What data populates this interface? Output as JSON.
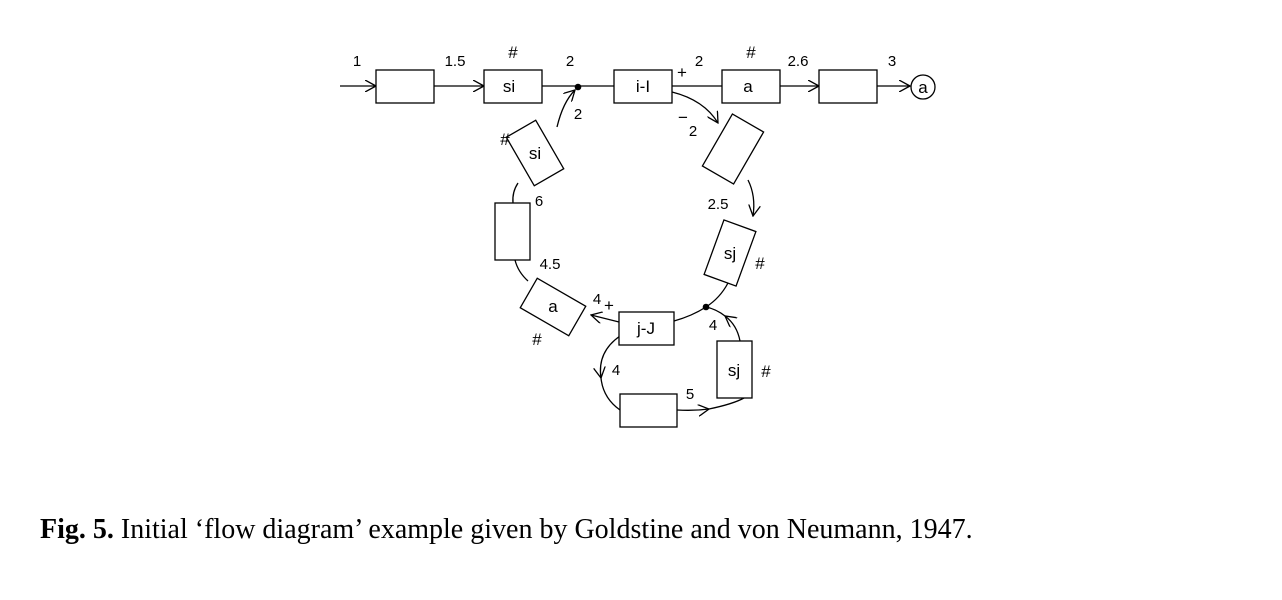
{
  "diagram": {
    "box_labels": {
      "si_top": "si",
      "iI": "i-I",
      "a_top": "a",
      "si_left": "si",
      "sj_right": "sj",
      "a_bottom": "a",
      "jJ": "j-J",
      "sj_lower": "sj"
    },
    "connector_label": "a",
    "numbers": {
      "n1": "1",
      "n1_5": "1.5",
      "n2_top": "2",
      "n2_plus": "2",
      "n2_6": "2.6",
      "n3": "3",
      "n2_inner": "2",
      "n2_minus": "2",
      "n6": "6",
      "n2_5": "2.5",
      "n4_5": "4.5",
      "n4_plus": "4",
      "n4_right": "4",
      "n4_loop": "4",
      "n5": "5"
    },
    "marks": {
      "hash": "#",
      "plus": "+",
      "minus": "−"
    }
  },
  "caption": {
    "fig_label": "Fig. 5.",
    "text": " Initial ‘flow diagram’ example given by Goldstine and von Neumann, 1947."
  }
}
